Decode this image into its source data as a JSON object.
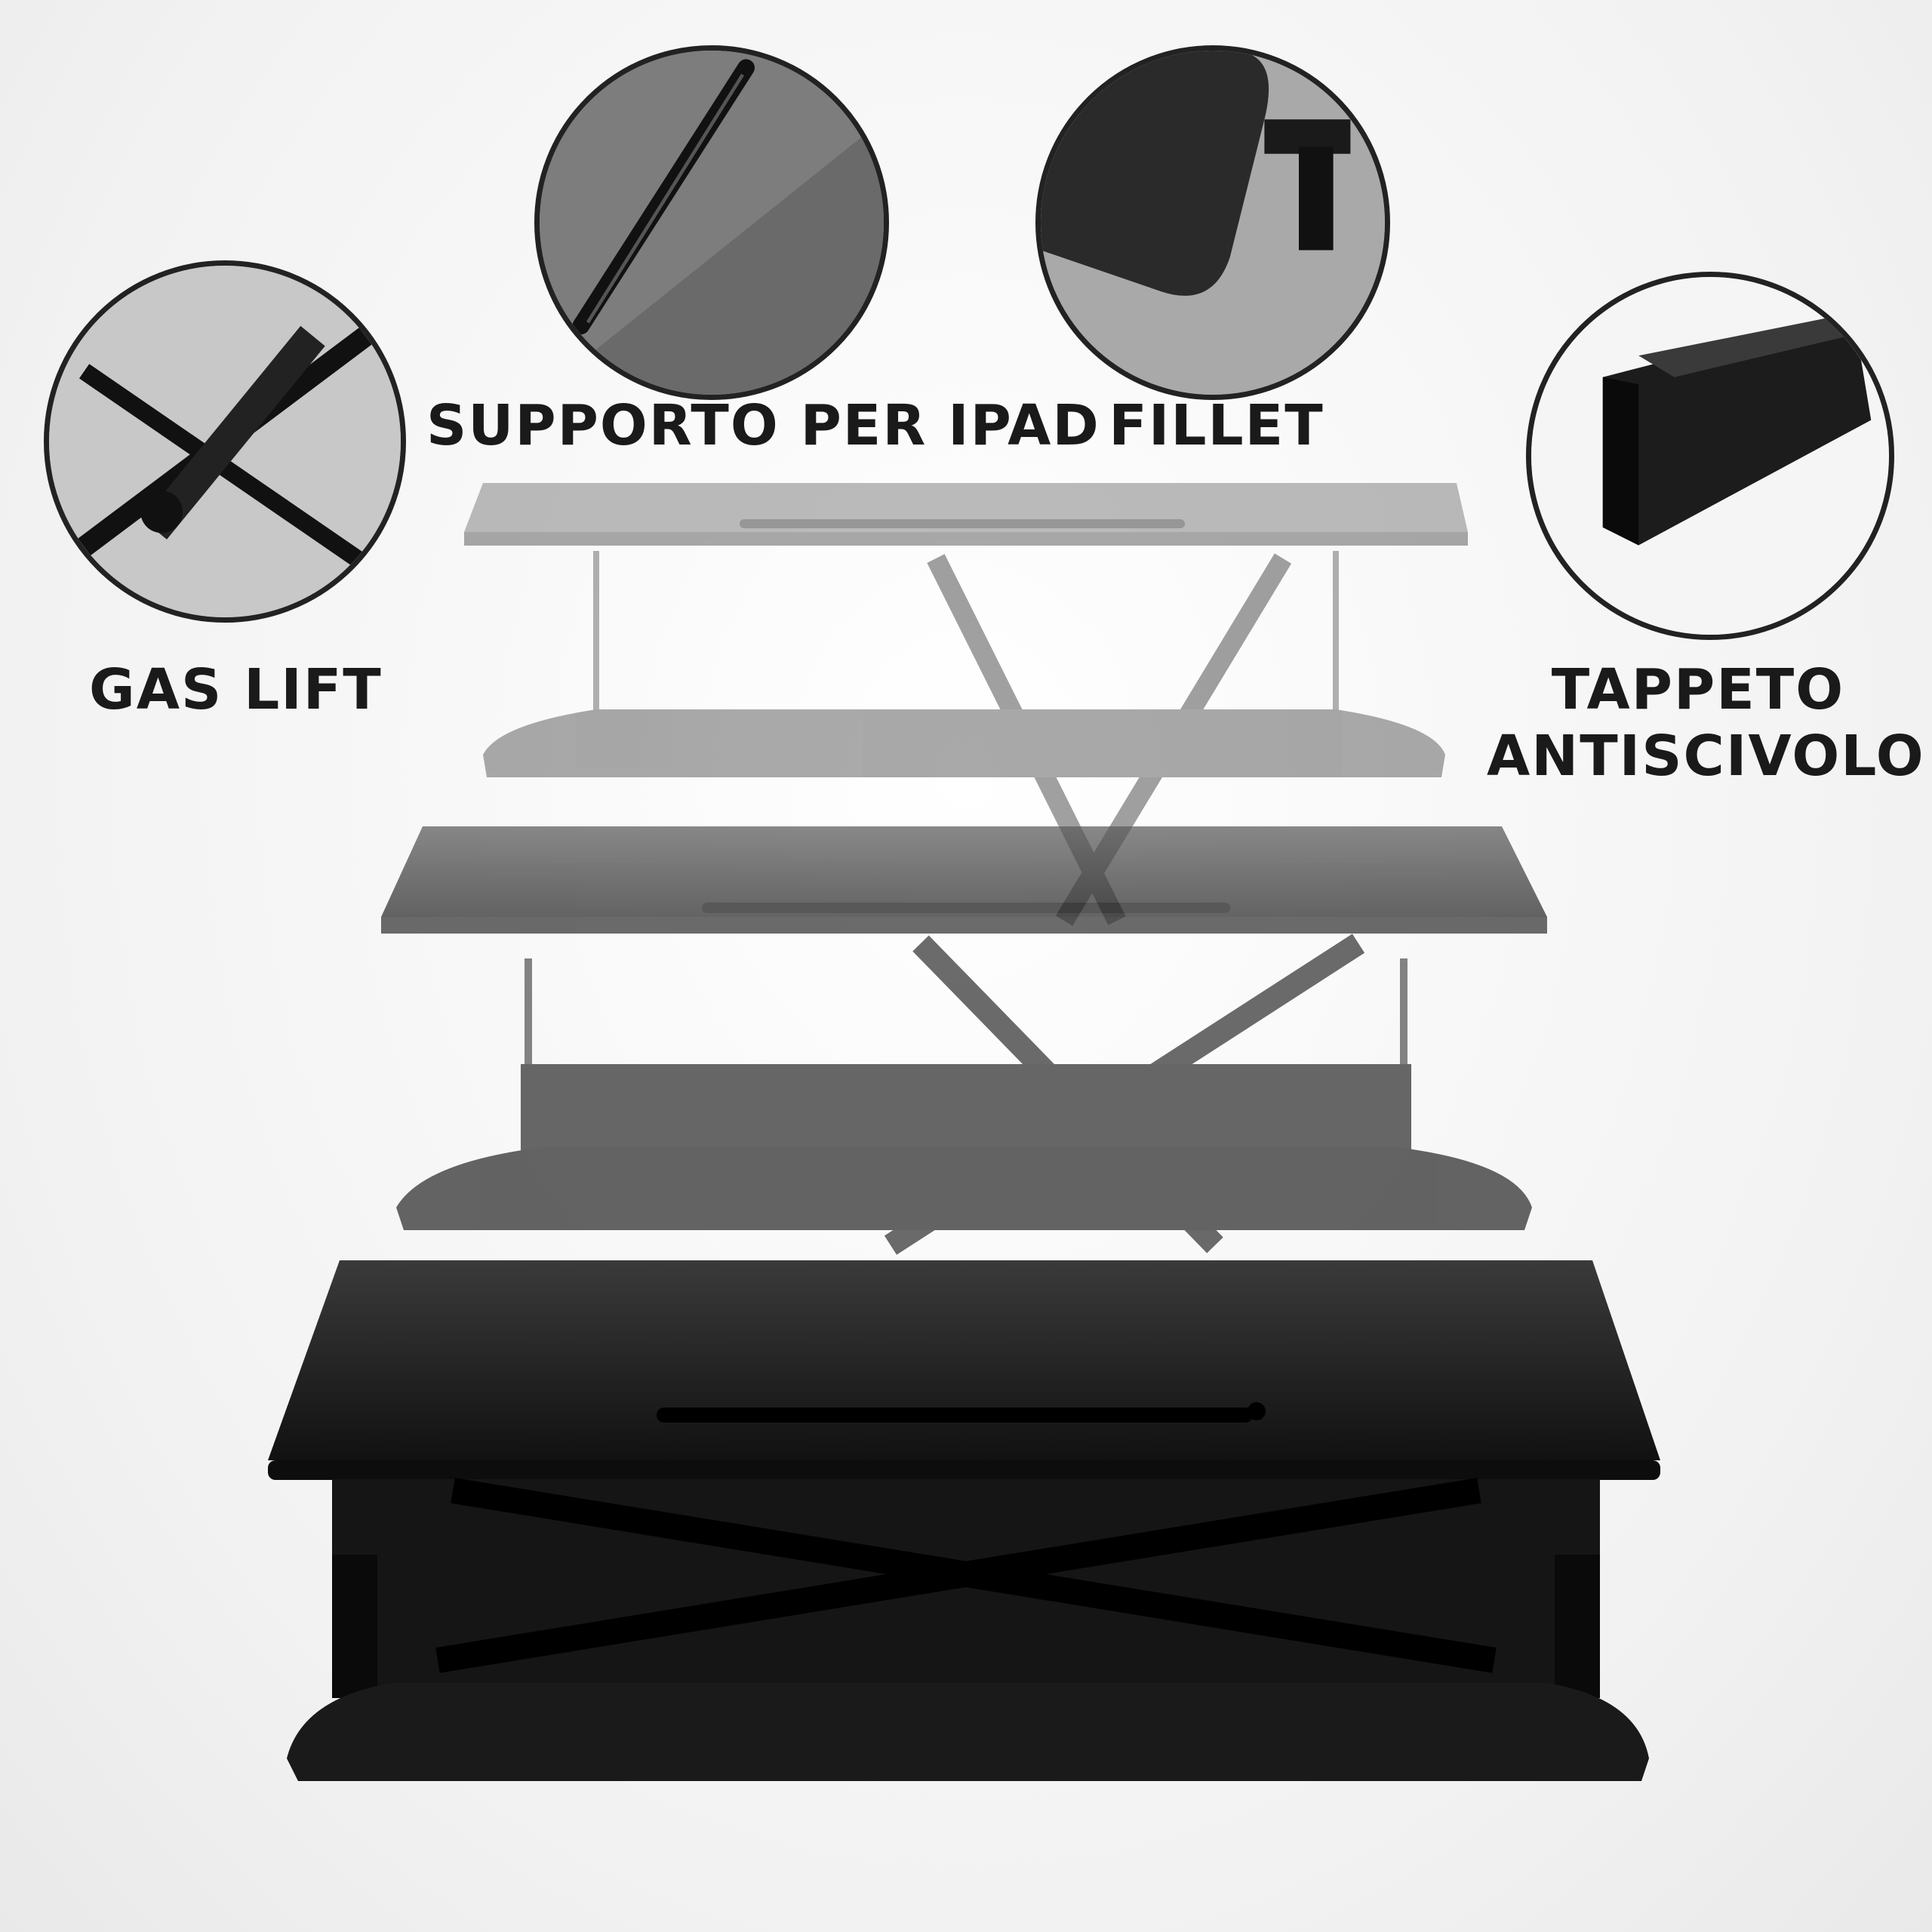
{
  "features": {
    "gas_lift": {
      "label": "GAS LIFT",
      "icon": "gas-lift-detail"
    },
    "ipad_stand": {
      "label": "SUPPORTO PER IPAD",
      "icon": "ipad-slot-detail"
    },
    "fillet": {
      "label": "FILLET",
      "icon": "rounded-corner-detail"
    },
    "anti_slip": {
      "label_line1": "TAPPETO",
      "label_line2": "ANTISCIVOLO",
      "icon": "anti-slip-pad-detail"
    }
  },
  "colors": {
    "desk_black": "#1c1c1c",
    "background": "#f2f2f2",
    "label_text": "#1a1a1a"
  }
}
